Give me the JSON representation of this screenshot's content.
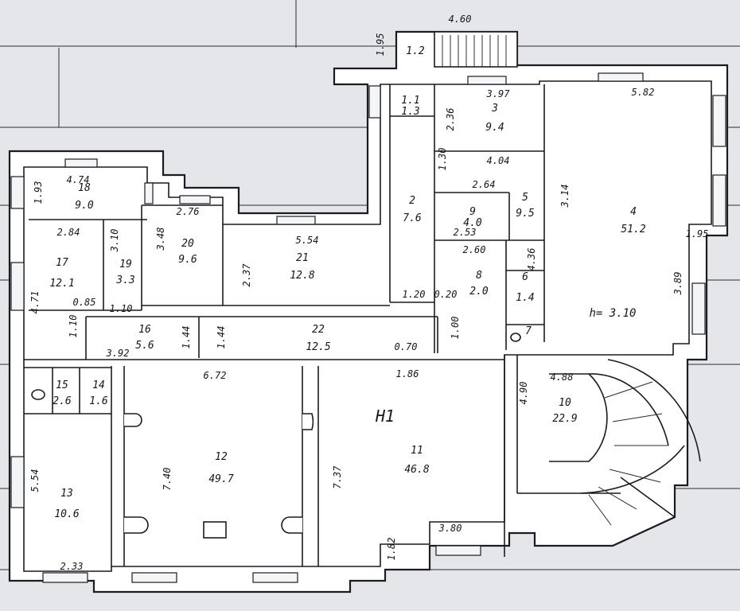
{
  "plan": {
    "floor_label": "H1",
    "ceiling_height": "h= 3.10",
    "rooms": [
      {
        "no": "1.1",
        "area": "1.3"
      },
      {
        "no": "1.2",
        "area": ""
      },
      {
        "no": "2",
        "area": "7.6"
      },
      {
        "no": "3",
        "area": "9.4"
      },
      {
        "no": "4",
        "area": "51.2"
      },
      {
        "no": "5",
        "area": "9.5"
      },
      {
        "no": "6",
        "area": "1.4"
      },
      {
        "no": "7",
        "area": ""
      },
      {
        "no": "8",
        "area": "2.0"
      },
      {
        "no": "9",
        "area": "4.0"
      },
      {
        "no": "10",
        "area": "22.9"
      },
      {
        "no": "11",
        "area": "46.8"
      },
      {
        "no": "12",
        "area": "49.7"
      },
      {
        "no": "13",
        "area": "10.6"
      },
      {
        "no": "14",
        "area": "1.6"
      },
      {
        "no": "15",
        "area": "2.6"
      },
      {
        "no": "16",
        "area": "5.6"
      },
      {
        "no": "17",
        "area": "12.1"
      },
      {
        "no": "18",
        "area": "9.0"
      },
      {
        "no": "19",
        "area": "3.3"
      },
      {
        "no": "20",
        "area": "9.6"
      },
      {
        "no": "21",
        "area": "12.8"
      },
      {
        "no": "22",
        "area": "12.5"
      }
    ],
    "dimensions": [
      "4.60",
      "1.95",
      "3.97",
      "5.82",
      "2.36",
      "1.30",
      "4.04",
      "2.64",
      "3.14",
      "2.53",
      "4.36",
      "2.60",
      "1.20",
      "1.00",
      "0.70",
      "1.86",
      "1.95",
      "3.89",
      "4.88",
      "4.90",
      "4.74",
      "1.93",
      "2.84",
      "3.10",
      "4.71",
      "0.85",
      "1.10",
      "1.10",
      "3.92",
      "1.44",
      "1.44",
      "2.76",
      "3.48",
      "2.37",
      "5.54",
      "6.72",
      "7.40",
      "7.37",
      "5.54",
      "3.80",
      "1.82",
      "2.33",
      "0.20"
    ]
  }
}
